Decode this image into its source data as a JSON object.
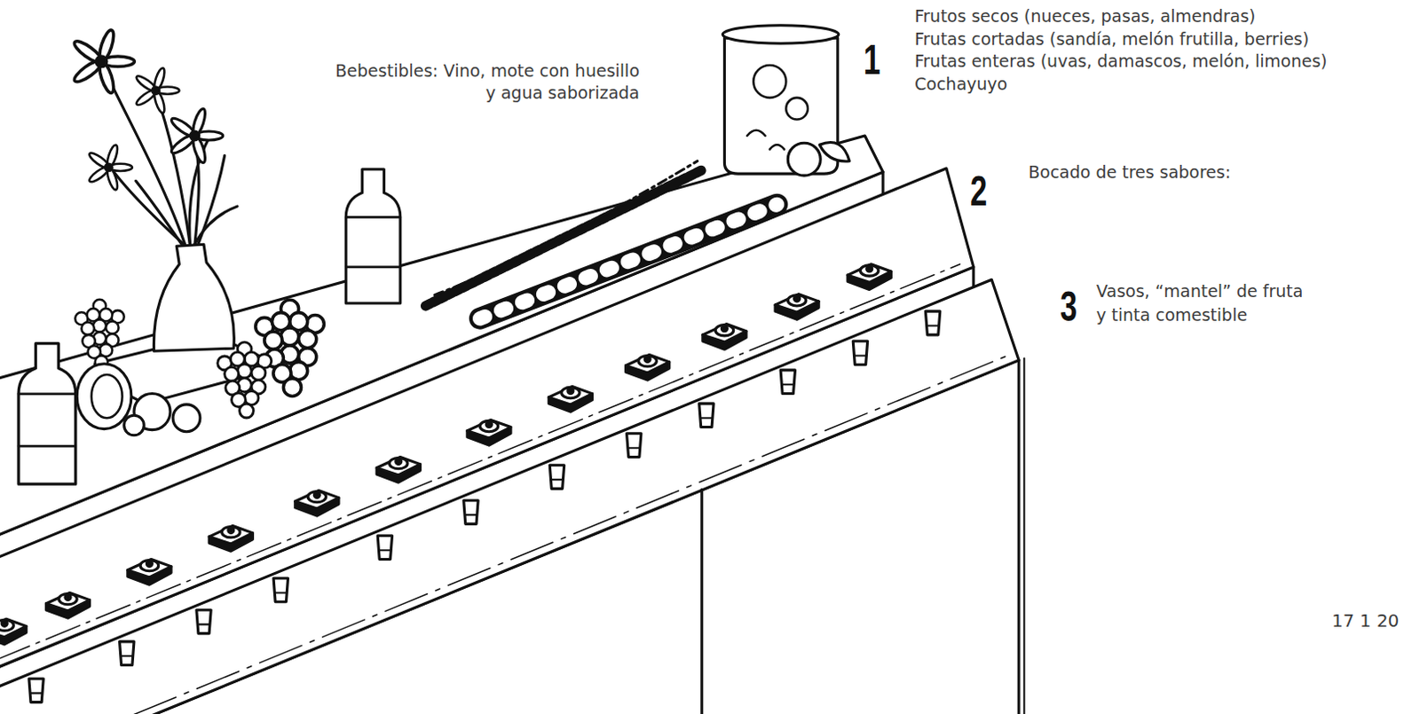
{
  "diagram": {
    "labels": [
      "Bebestibles: Vino, mote con huesillo y agua saborizada",
      "1",
      "Frutos secos (nueces, pasas, almendras)",
      "Frutas cortadas (sandía, melón frutilla, berries)",
      "Frutas enteras (uvas, damascos, melón, limones)",
      "Cochayuyo",
      "2",
      "Bocado de tres sabores:",
      "3",
      "Vasos, “mantel” de fruta y tinta comestible",
      "17 1 20"
    ]
  }
}
